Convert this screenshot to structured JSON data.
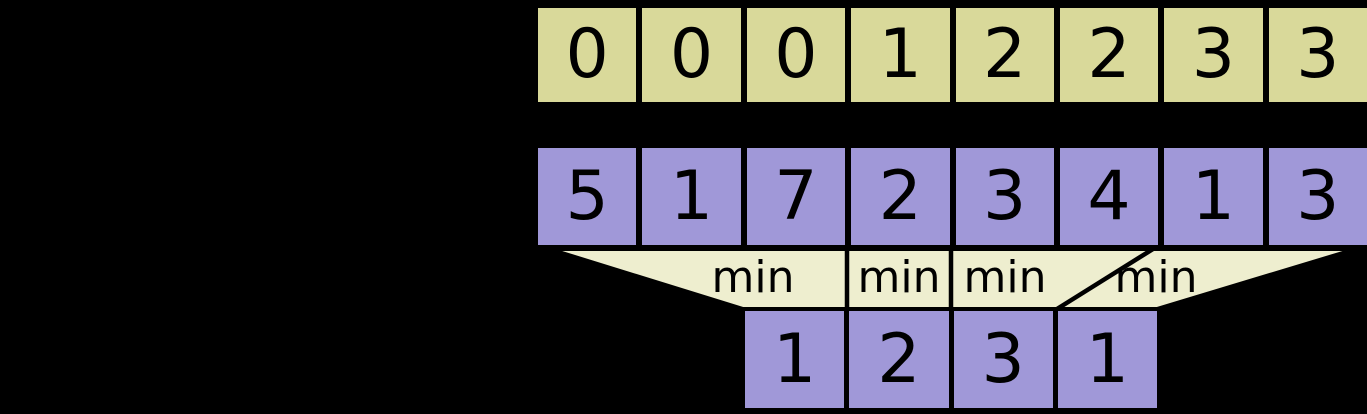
{
  "colors": {
    "background": "#000000",
    "top_row_fill": "#d9d99a",
    "array_fill": "#a098d8",
    "funnel_fill": "#eeeecf",
    "border": "#000000",
    "text": "#000000"
  },
  "block_index_row": {
    "values": [
      "0",
      "0",
      "0",
      "1",
      "2",
      "2",
      "3",
      "3"
    ]
  },
  "array_row": {
    "values": [
      "5",
      "1",
      "7",
      "2",
      "3",
      "4",
      "1",
      "3"
    ]
  },
  "funnel": {
    "labels": [
      "min",
      "min",
      "min",
      "min"
    ]
  },
  "block_min_row": {
    "values": [
      "1",
      "2",
      "3",
      "1"
    ]
  }
}
